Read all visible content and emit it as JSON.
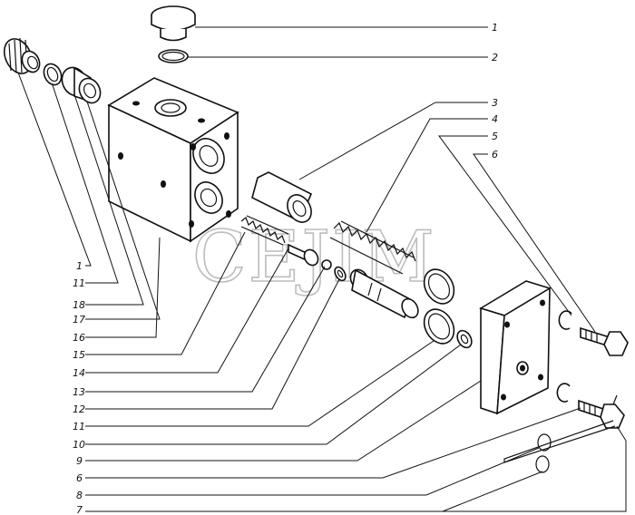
{
  "watermark": "CEJIM",
  "callouts_right": [
    "1",
    "2",
    "3",
    "4",
    "5",
    "6"
  ],
  "callouts_left": [
    "1",
    "11",
    "18",
    "17",
    "16",
    "15",
    "14",
    "13",
    "12",
    "11",
    "10",
    "9",
    "6",
    "8",
    "7"
  ]
}
